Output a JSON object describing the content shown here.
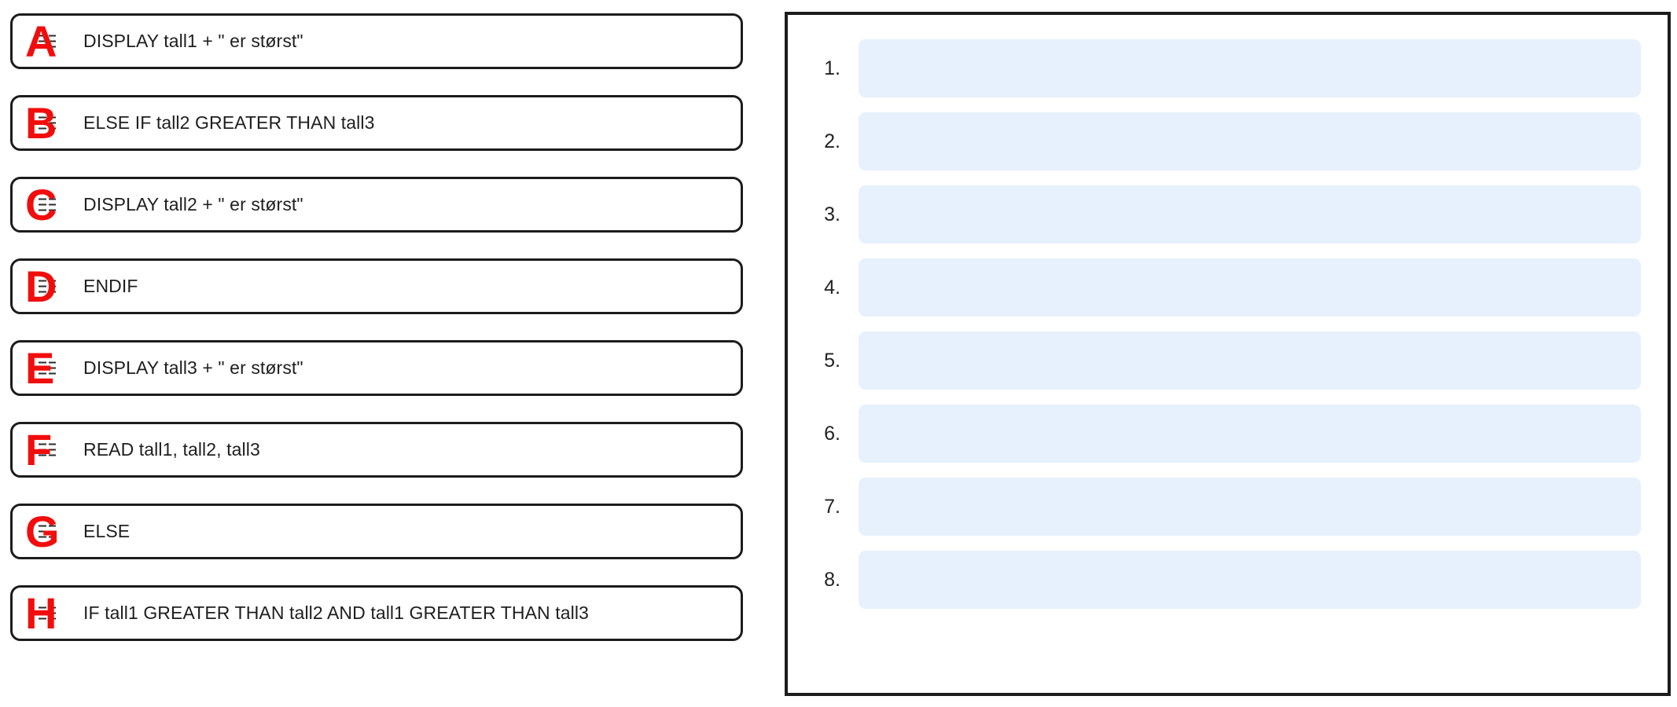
{
  "source_panel": {
    "name": "draggable-code-lines",
    "handle_icon": "drag-handle-icon",
    "items": [
      {
        "letter": "A",
        "text": "DISPLAY tall1 + \" er størst\""
      },
      {
        "letter": "B",
        "text": "ELSE IF tall2 GREATER THAN tall3"
      },
      {
        "letter": "C",
        "text": "DISPLAY tall2 + \" er størst\""
      },
      {
        "letter": "D",
        "text": "ENDIF"
      },
      {
        "letter": "E",
        "text": "DISPLAY tall3 + \" er størst\""
      },
      {
        "letter": "F",
        "text": "READ tall1, tall2, tall3"
      },
      {
        "letter": "G",
        "text": "ELSE"
      },
      {
        "letter": "H",
        "text": "IF tall1 GREATER THAN tall2 AND tall1 GREATER THAN tall3"
      }
    ]
  },
  "target_panel": {
    "name": "ordered-drop-slots",
    "slots": [
      {
        "index": "1.",
        "content": ""
      },
      {
        "index": "2.",
        "content": ""
      },
      {
        "index": "3.",
        "content": ""
      },
      {
        "index": "4.",
        "content": ""
      },
      {
        "index": "5.",
        "content": ""
      },
      {
        "index": "6.",
        "content": ""
      },
      {
        "index": "7.",
        "content": ""
      },
      {
        "index": "8.",
        "content": ""
      }
    ]
  },
  "colors": {
    "letter_red": "#f20d0d",
    "card_border": "#1c1c1c",
    "dropzone_blue": "#e6f1fd",
    "text": "#1e1e1e"
  }
}
